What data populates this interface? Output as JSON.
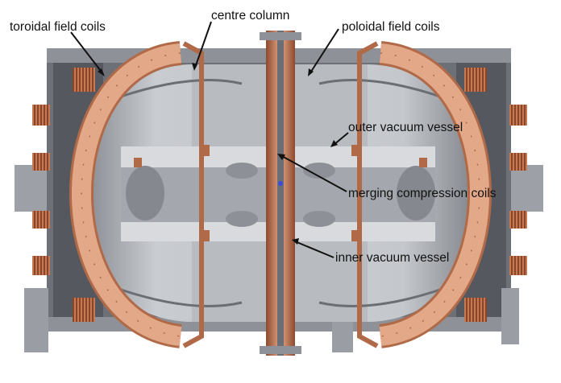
{
  "labels": {
    "toroidal_field_coils": "toroidal field coils",
    "centre_column": "centre column",
    "poloidal_field_coils": "poloidal field coils",
    "outer_vacuum_vessel": "outer vacuum vessel",
    "merging_compression_coils": "merging compression coils",
    "inner_vacuum_vessel": "inner vacuum vessel"
  },
  "colors": {
    "copper": "#e2a888",
    "copper_dark": "#b06a48",
    "vessel_grey": "#a9acb2",
    "frame_dark": "#55585e",
    "background": "#ffffff"
  }
}
